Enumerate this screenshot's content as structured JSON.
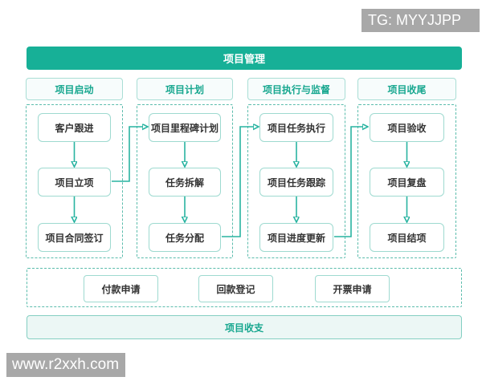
{
  "watermarks": {
    "tg": "TG: MYYJJPP",
    "site": "www.r2xxh.com"
  },
  "header": {
    "title": "项目管理"
  },
  "columns": [
    {
      "header": "项目启动",
      "steps": [
        "客户跟进",
        "项目立项",
        "项目合同签订"
      ]
    },
    {
      "header": "项目计划",
      "steps": [
        "项目里程碑计划",
        "任务拆解",
        "任务分配"
      ]
    },
    {
      "header": "项目执行与监督",
      "steps": [
        "项目任务执行",
        "项目任务跟踪",
        "项目进度更新"
      ]
    },
    {
      "header": "项目收尾",
      "steps": [
        "项目验收",
        "项目复盘",
        "项目结项"
      ]
    }
  ],
  "finance": {
    "items": [
      "付款申请",
      "回款登记",
      "开票申请"
    ]
  },
  "footer": {
    "title": "项目收支"
  },
  "colors": {
    "teal": "#17b097",
    "arrow": "#29b4a1",
    "box_border": "#9edad0",
    "dashed_border": "#5bbcac",
    "header_pill_fill": "#f7fcfc",
    "header_pill_border": "#a9ded5",
    "footer_fill": "#ecf7f5",
    "footer_border": "#84cfc2",
    "watermark_gray": "#a8a8a8",
    "step_text": "#333333"
  }
}
